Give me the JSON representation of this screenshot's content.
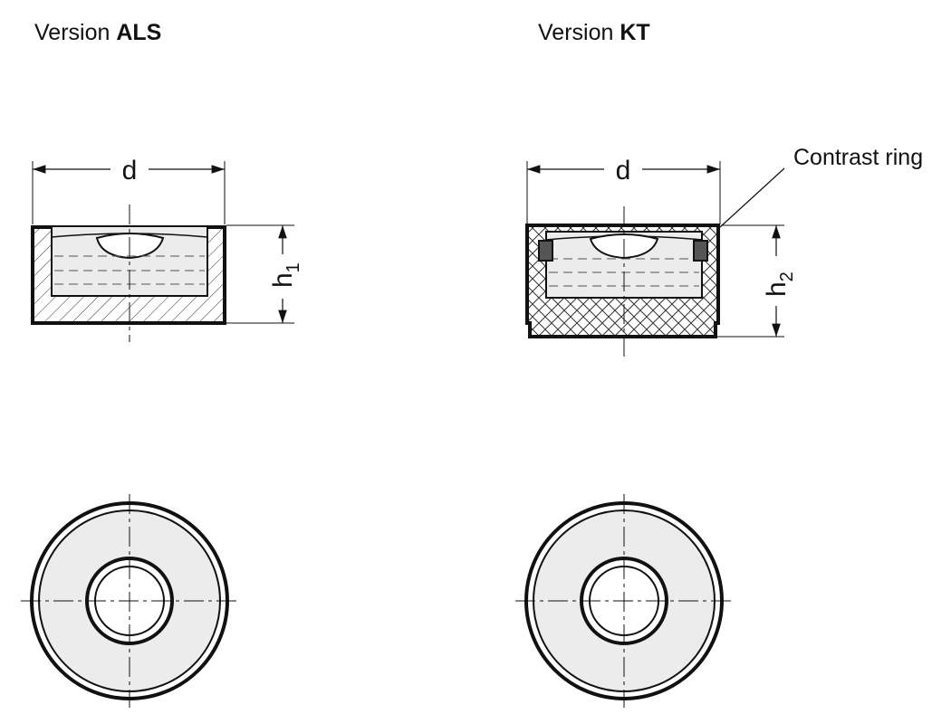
{
  "left": {
    "heading_prefix": "Version ",
    "heading_bold": "ALS",
    "dim_diameter": "d",
    "dim_height": "h",
    "dim_height_sub": "1"
  },
  "right": {
    "heading_prefix": "Version ",
    "heading_bold": "KT",
    "dim_diameter": "d",
    "dim_height": "h",
    "dim_height_sub": "2",
    "callout": "Contrast ring"
  }
}
